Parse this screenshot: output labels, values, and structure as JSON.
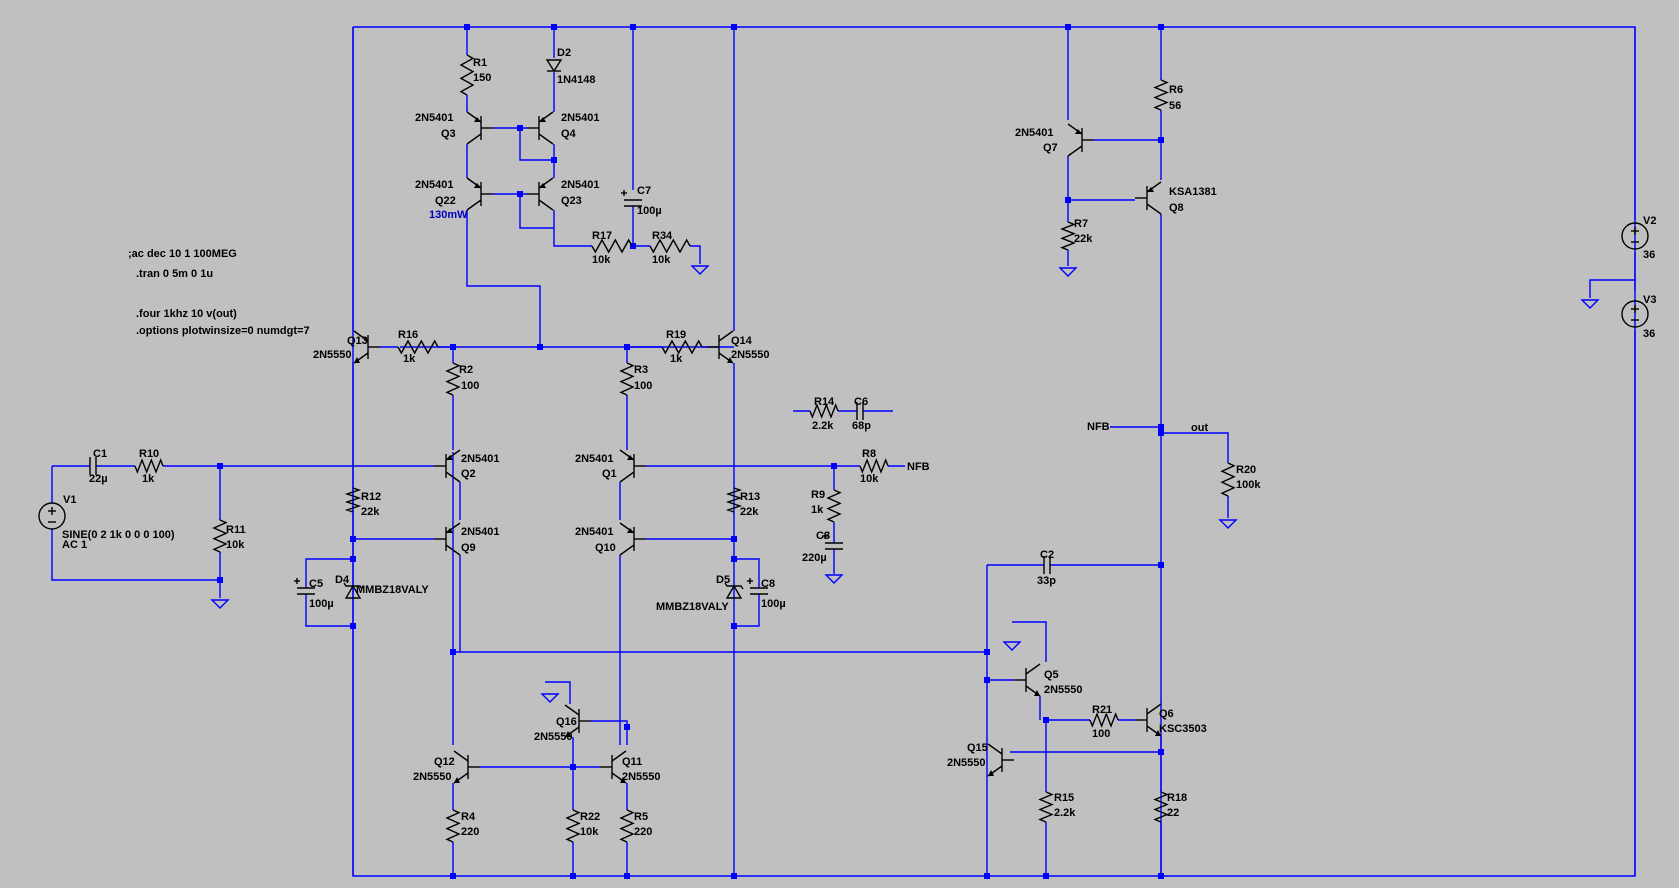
{
  "directives": [
    ";ac dec 10 1 100MEG",
    ".tran 0 5m 0 1u",
    ".four 1khz 10 v(out)",
    ".options plotwinsize=0 numdgt=7"
  ],
  "power_note": "130mW",
  "components": {
    "R1": {
      "ref": "R1",
      "value": "150"
    },
    "D2": {
      "ref": "D2",
      "value": "1N4148"
    },
    "Q3": {
      "ref": "Q3",
      "value": "2N5401"
    },
    "Q4": {
      "ref": "Q4",
      "value": "2N5401"
    },
    "Q22": {
      "ref": "Q22",
      "value": "2N5401"
    },
    "Q23": {
      "ref": "Q23",
      "value": "2N5401"
    },
    "C7": {
      "ref": "C7",
      "value": "100µ"
    },
    "R17": {
      "ref": "R17",
      "value": "10k"
    },
    "R34": {
      "ref": "R34",
      "value": "10k"
    },
    "Q13": {
      "ref": "Q13",
      "value": "2N5550"
    },
    "R16": {
      "ref": "R16",
      "value": "1k"
    },
    "R2": {
      "ref": "R2",
      "value": "100"
    },
    "R3": {
      "ref": "R3",
      "value": "100"
    },
    "R19": {
      "ref": "R19",
      "value": "1k"
    },
    "Q14": {
      "ref": "Q14",
      "value": "2N5550"
    },
    "R14": {
      "ref": "R14",
      "value": "2.2k"
    },
    "C6": {
      "ref": "C6",
      "value": "68p"
    },
    "C1": {
      "ref": "C1",
      "value": "22µ"
    },
    "R10": {
      "ref": "R10",
      "value": "1k"
    },
    "V1": {
      "ref": "V1",
      "value": "SINE(0 2 1k 0 0 0 100)",
      "value2": "AC 1"
    },
    "R11": {
      "ref": "R11",
      "value": "10k"
    },
    "Q2": {
      "ref": "Q2",
      "value": "2N5401"
    },
    "Q1": {
      "ref": "Q1",
      "value": "2N5401"
    },
    "R12": {
      "ref": "R12",
      "value": "22k"
    },
    "R13": {
      "ref": "R13",
      "value": "22k"
    },
    "R8": {
      "ref": "R8",
      "value": "10k"
    },
    "R9": {
      "ref": "R9",
      "value": "1k"
    },
    "C3": {
      "ref": "C3",
      "value": "220µ"
    },
    "Q9": {
      "ref": "Q9",
      "value": "2N5401"
    },
    "Q10": {
      "ref": "Q10",
      "value": "2N5401"
    },
    "C5": {
      "ref": "C5",
      "value": "100µ"
    },
    "D4": {
      "ref": "D4",
      "value": "MMBZ18VALY"
    },
    "D5": {
      "ref": "D5",
      "value": "MMBZ18VALY"
    },
    "C8": {
      "ref": "C8",
      "value": "100µ"
    },
    "Q16": {
      "ref": "Q16",
      "value": "2N5550"
    },
    "Q12": {
      "ref": "Q12",
      "value": "2N5550"
    },
    "Q11": {
      "ref": "Q11",
      "value": "2N5550"
    },
    "R4": {
      "ref": "R4",
      "value": "220"
    },
    "R22": {
      "ref": "R22",
      "value": "10k"
    },
    "R5": {
      "ref": "R5",
      "value": "220"
    },
    "Q7": {
      "ref": "Q7",
      "value": "2N5401"
    },
    "R6": {
      "ref": "R6",
      "value": "56"
    },
    "Q8": {
      "ref": "Q8",
      "value": "KSA1381"
    },
    "R7": {
      "ref": "R7",
      "value": "22k"
    },
    "R20": {
      "ref": "R20",
      "value": "100k"
    },
    "C2": {
      "ref": "C2",
      "value": "33p"
    },
    "Q5": {
      "ref": "Q5",
      "value": "2N5550"
    },
    "R21": {
      "ref": "R21",
      "value": "100"
    },
    "Q6": {
      "ref": "Q6",
      "value": "KSC3503"
    },
    "Q15": {
      "ref": "Q15",
      "value": "2N5550"
    },
    "R15": {
      "ref": "R15",
      "value": "2.2k"
    },
    "R18": {
      "ref": "R18",
      "value": "22"
    },
    "V2": {
      "ref": "V2",
      "value": "36"
    },
    "V3": {
      "ref": "V3",
      "value": "36"
    }
  },
  "net_labels": {
    "nfb_left": "NFB",
    "nfb_right": "NFB",
    "out": "out"
  },
  "colors": {
    "background": "#c0c0c0",
    "wire": "#0000ff",
    "component": "#000000"
  }
}
